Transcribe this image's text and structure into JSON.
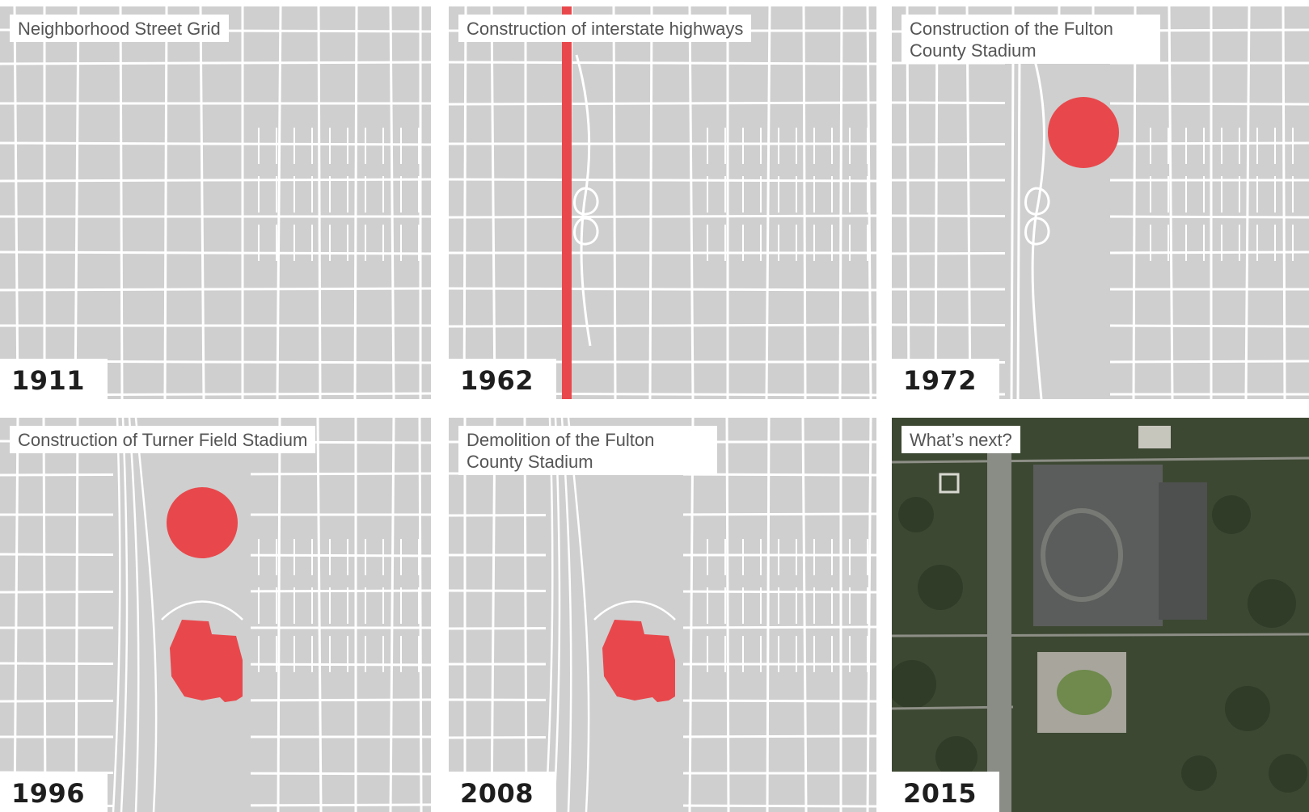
{
  "panels": [
    {
      "caption": "Neighborhood Street Grid",
      "year": "1911"
    },
    {
      "caption": "Construction of interstate highways",
      "year": "1962"
    },
    {
      "caption": "Construction of the Fulton County Stadium",
      "year": "1972"
    },
    {
      "caption": "Construction of Turner Field Stadium",
      "year": "1996"
    },
    {
      "caption": "Demolition of the Fulton County Stadium",
      "year": "2008"
    },
    {
      "caption": "What’s next?",
      "year": "2015"
    }
  ],
  "colors": {
    "land": "#cfcfcf",
    "street": "#ffffff",
    "highlight": "#e8484c",
    "caption_text": "#555555",
    "year_text": "#1e1e1e"
  }
}
